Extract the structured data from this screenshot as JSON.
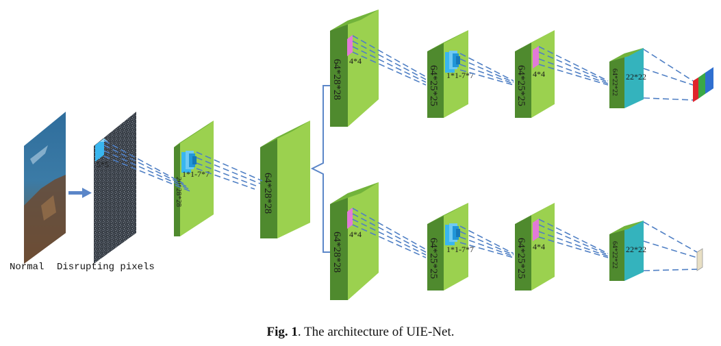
{
  "input_labels": {
    "normal": "Normal",
    "disrupted": "Disrupting pixels"
  },
  "kernels": {
    "k_input": "5*5",
    "k_multi1": "1*1-7*7",
    "k_top1": "4*4",
    "k_top2": "1*1-7*7",
    "k_top3": "4*4",
    "k_bot1": "4*4",
    "k_bot2": "1*1-7*7",
    "k_bot3": "4*4"
  },
  "layers": {
    "l1": "20*28*28",
    "l2": "64*28*28",
    "t1": "64*28*28",
    "t2": "64*25*25",
    "t3": "64*25*25",
    "t4": "64*22*22",
    "t4_face": "22*22",
    "b1": "64*28*28",
    "b2": "64*25*25",
    "b3": "64*25*25",
    "b4": "64*22*22",
    "b4_face": "22*22"
  },
  "caption": {
    "prefix": "Fig. 1",
    "text": ". The architecture of UIE-Net."
  },
  "colors": {
    "block_front": "#4f8a2e",
    "block_side": "#9bd14f",
    "block_top": "#72b33b",
    "kernel_blue": "#39b6ef",
    "kernel_pink": "#e27ad8",
    "line_blue": "#4f7fc4",
    "final_face": "#34b3bd"
  }
}
